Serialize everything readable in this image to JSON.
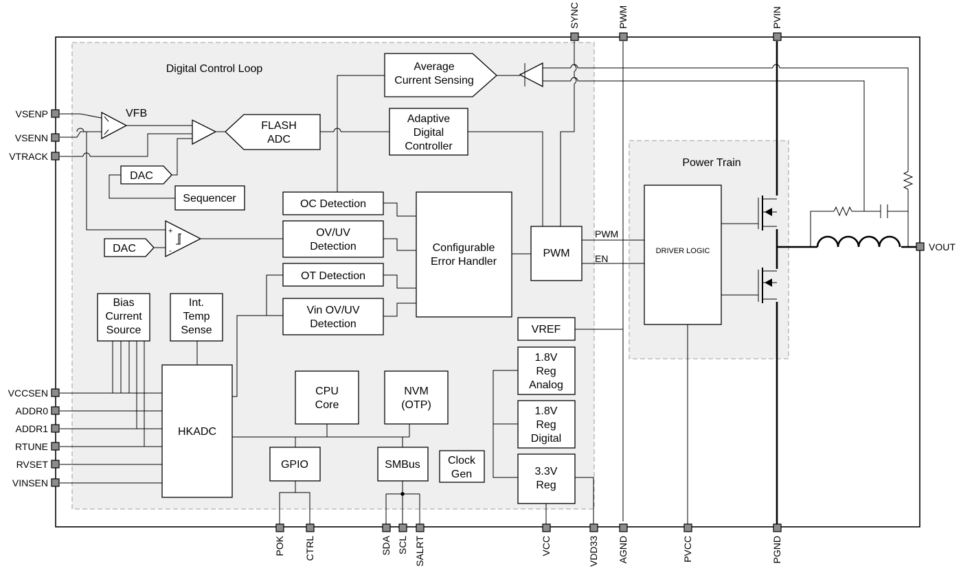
{
  "regions": {
    "digital_control_loop": "Digital Control Loop",
    "power_train": "Power Train"
  },
  "blocks": {
    "average_current_sensing": [
      "Average",
      "Current Sensing"
    ],
    "flash_adc": [
      "FLASH",
      "ADC"
    ],
    "adaptive_digital_controller": [
      "Adaptive",
      "Digital",
      "Controller"
    ],
    "dac_top": "DAC",
    "sequencer": "Sequencer",
    "oc_detection": "OC Detection",
    "ov_uv_detection": [
      "OV/UV",
      "Detection"
    ],
    "ot_detection": "OT Detection",
    "vin_ov_uv_detection": [
      "Vin OV/UV",
      "Detection"
    ],
    "configurable_error_handler": [
      "Configurable",
      "Error Handler"
    ],
    "pwm": "PWM",
    "dac_bottom": "DAC",
    "bias_current_source": [
      "Bias",
      "Current",
      "Source"
    ],
    "int_temp_sense": [
      "Int.",
      "Temp",
      "Sense"
    ],
    "hkadc": "HKADC",
    "cpu_core": [
      "CPU",
      "Core"
    ],
    "nvm_otp": [
      "NVM",
      "(OTP)"
    ],
    "gpio": "GPIO",
    "smbus": "SMBus",
    "clock_gen": [
      "Clock",
      "Gen"
    ],
    "vref": "VREF",
    "reg_analog": [
      "1.8V",
      "Reg",
      "Analog"
    ],
    "reg_digital": [
      "1.8V",
      "Reg",
      "Digital"
    ],
    "reg_33": [
      "3.3V",
      "Reg"
    ],
    "driver_logic": "DRIVER LOGIC"
  },
  "labels": {
    "vfb": "VFB",
    "pwm_signal": "PWM",
    "en_signal": "EN"
  },
  "pins_left": [
    "VSENP",
    "VSENN",
    "VTRACK",
    "VCCSEN",
    "ADDR0",
    "ADDR1",
    "RTUNE",
    "RVSET",
    "VINSEN"
  ],
  "pins_top": [
    "SYNC",
    "PWM",
    "PVIN"
  ],
  "pins_bottom": [
    "POK",
    "CTRL",
    "SDA",
    "SCL",
    "SALRT",
    "VCC",
    "VDD33",
    "AGND",
    "PVCC",
    "PGND"
  ],
  "pins_right": [
    "VOUT"
  ]
}
